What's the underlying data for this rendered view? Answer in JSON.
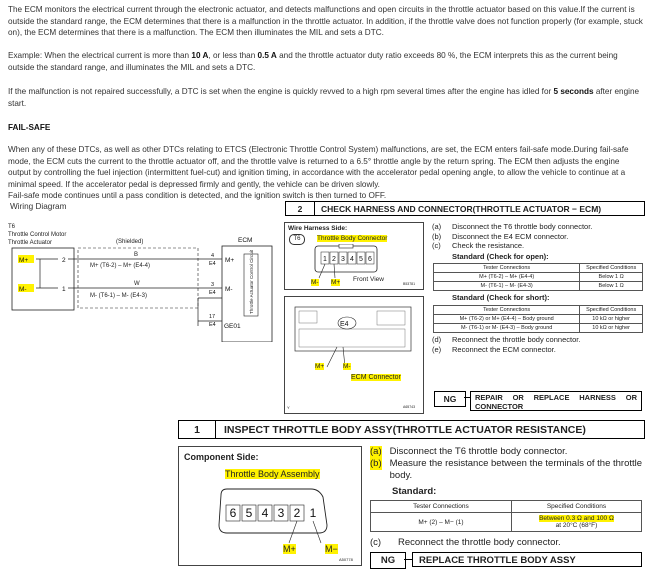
{
  "intro": {
    "p1": "The ECM monitors the electrical current through the electronic actuator, and detects malfunctions and open circuits in the throttle actuator based on this value.If the current is outside the standard range, the ECM determines that there is a malfunction in the throttle actuator. In addition, if the throttle valve does not function properly (for example, stuck on), the ECM determines that there is a malfunction. The ECM then illuminates the MIL and sets a DTC.",
    "p2_a": "Example: When the electrical current is more than ",
    "p2_b1": "10 A",
    "p2_c": ", or less than ",
    "p2_b2": "0.5 A",
    "p2_d": " and the throttle actuator duty ratio exceeds 80 %, the ECM interprets this as the current being outside the standard range, and illuminates the MIL and sets a DTC.",
    "p3_a": "If the malfunction is not repaired successfully, a DTC is set when the engine is quickly revved to a high rpm several times after the engine has idled for ",
    "p3_b": "5 seconds",
    "p3_c": " after engine start.",
    "failsafe_title": "FAIL-SAFE",
    "p4": "When any of these DTCs, as well as other DTCs relating to ETCS (Electronic Throttle Control System) malfunctions, are set, the ECM enters fail-safe mode.During fail-safe mode, the ECM cuts the current to the throttle actuator off, and the throttle valve is returned to a 6.5° throttle angle by the return spring. The ECM then adjusts the engine output by controlling the fuel injection (intermittent fuel-cut) and ignition timing, in accordance with the accelerator pedal opening angle, to allow the vehicle to continue at a minimal speed. If the accelerator pedal is depressed firmly and gently, the vehicle can be driven slowly.",
    "p5": "Fail-safe mode continues until a pass condition is detected, and the ignition switch is then turned to OFF.",
    "wiring_title": "Wiring Diagram"
  },
  "wiring": {
    "t6": "T6",
    "motor": "Throttle Control Motor",
    "actuator": "Throttle Actuator",
    "shielded": "(Shielded)",
    "ecm": "ECM",
    "mplus": "M+",
    "mminus": "M-",
    "pin2": "2",
    "pin1": "1",
    "wB": "B",
    "wW": "W",
    "trace1": "M+ (T6-2) – M+ (E4-4)",
    "trace2": "M- (T6-1) – M- (E4-3)",
    "e4a": "E4",
    "e4b": "E4",
    "e4c": "E4",
    "p4": "4",
    "p3": "3",
    "p17": "17",
    "ge01": "GE01",
    "ecm_mplus": "M+",
    "ecm_mminus": "M-",
    "circuit": "Throttle Actuator Control Circuit"
  },
  "step2": {
    "num": "2",
    "title": "CHECK HARNESS AND CONNECTOR(THROTTLE ACTUATOR − ECM)",
    "harness_side": "Wire Harness Side:",
    "t6": "T6",
    "tbc": "Throttle Body Connector",
    "pins": [
      "1",
      "2",
      "3",
      "4",
      "5",
      "6"
    ],
    "mminus": "M-",
    "mplus": "M+",
    "front_view": "Front View",
    "code1": "B53781",
    "e4": "E4",
    "e4_mplus": "M+",
    "e4_mminus": "M-",
    "ecm_conn": "ECM Connector",
    "code2": "A65743",
    "y_label": "Y",
    "a": "(a)",
    "a_text": "Disconnect the T6 throttle body connector.",
    "b": "(b)",
    "b_text": "Disconnect the E4 ECM connector.",
    "c": "(c)",
    "c_text": "Check the resistance.",
    "std_open": "Standard (Check for open):",
    "th_conn": "Tester Connections",
    "th_spec": "Specified Conditions",
    "open_rows": [
      {
        "conn": "M+ (T6-2) – M+ (E4-4)",
        "spec": "Below 1 Ω"
      },
      {
        "conn": "M- (T6-1) – M- (E4-3)",
        "spec": "Below 1 Ω"
      }
    ],
    "std_short": "Standard (Check for short):",
    "short_rows": [
      {
        "conn": "M+ (T6-2) or M+ (E4-4) – Body ground",
        "spec": "10 kΩ or higher"
      },
      {
        "conn": "M- (T6-1) or M- (E4-3) – Body ground",
        "spec": "10 kΩ or higher"
      }
    ],
    "d": "(d)",
    "d_text": "Reconnect the throttle body connector.",
    "e": "(e)",
    "e_text": "Reconnect the ECM connector.",
    "ng": "NG",
    "ng_action": "REPAIR OR REPLACE HARNESS OR CONNECTOR"
  },
  "step1": {
    "num": "1",
    "title": "INSPECT THROTTLE BODY ASSY(THROTTLE ACTUATOR RESISTANCE)",
    "comp_side": "Component Side:",
    "tba": "Throttle Body Assembly",
    "pins": [
      "6",
      "5",
      "4",
      "3",
      "2",
      "1"
    ],
    "mplus": "M+",
    "mminus": "M−",
    "code": "A50778",
    "a": "(a)",
    "a_text": "Disconnect the T6 throttle body connector.",
    "b": "(b)",
    "b_text": "Measure the resistance between the terminals of the throttle body.",
    "standard": "Standard:",
    "th_conn": "Tester Connections",
    "th_spec": "Specified Conditions",
    "row_conn": "M+ (2) – M− (1)",
    "row_spec1": "Between 0.3 Ω and 100 Ω",
    "row_spec2": "at 20°C (68°F)",
    "c": "(c)",
    "c_text": "Reconnect the throttle body connector.",
    "ng": "NG",
    "ng_action": "REPLACE THROTTLE BODY ASSY"
  }
}
